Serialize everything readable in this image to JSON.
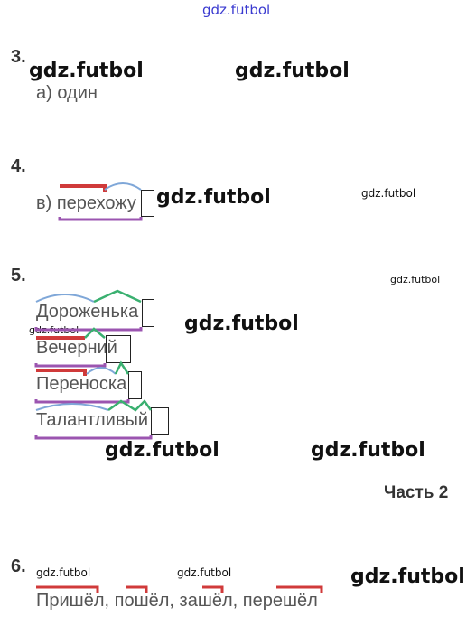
{
  "watermarks": [
    "gdz.futbol"
  ],
  "tasks": {
    "t3": {
      "number": "3.",
      "answer": "а) один"
    },
    "t4": {
      "number": "4.",
      "answer": "в) перехожу"
    },
    "t5": {
      "number": "5.",
      "words": [
        "Дороженька",
        "Вечерний",
        "Переноска",
        "Талантливый"
      ]
    },
    "t6": {
      "number": "6.",
      "answer": "Пришёл, пошёл, зашёл, перешёл"
    }
  },
  "section": {
    "title": "Часть 2"
  },
  "colors": {
    "root": "#e04040",
    "suffix": "#3ab070",
    "base": "#9b55b0",
    "prefix": "#d03a3a",
    "arc": "#7fa7d8"
  }
}
